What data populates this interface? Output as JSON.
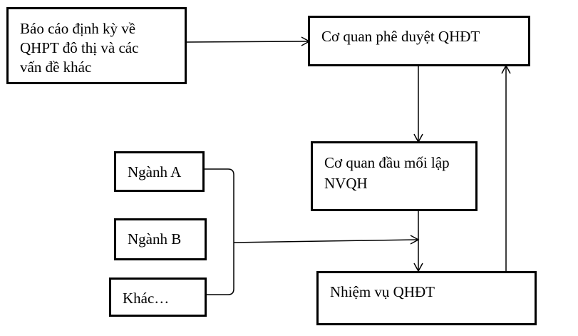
{
  "boxes": {
    "periodic_report": {
      "line1": "Báo cáo định kỳ về",
      "line2": "QHPT đô thị và các",
      "line3": "vấn đề khác"
    },
    "approval_agency": {
      "label": "Cơ quan phê duyệt QHĐT"
    },
    "focal_agency": {
      "line1": "Cơ quan đầu mối lập",
      "line2": "NVQH"
    },
    "sector_a": {
      "label": "Ngành A"
    },
    "sector_b": {
      "label": "Ngành B"
    },
    "other": {
      "label": "Khác…"
    },
    "planning_task": {
      "label": "Nhiệm vụ QHĐT"
    }
  }
}
